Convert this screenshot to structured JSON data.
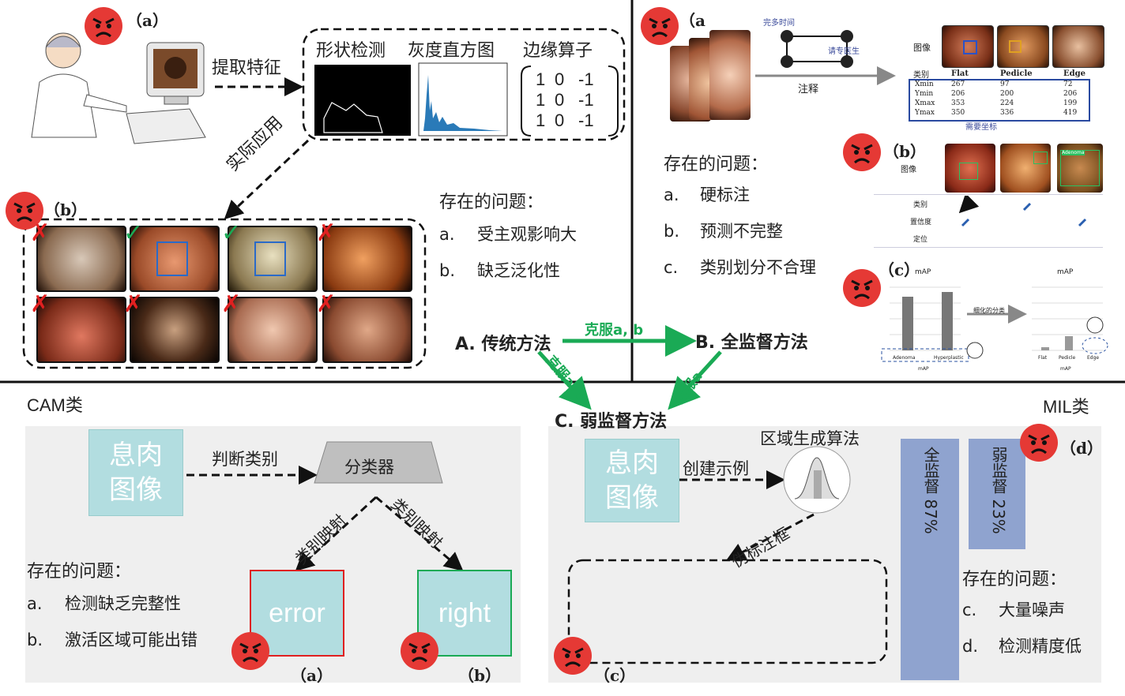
{
  "sectionA": {
    "label": "（a）",
    "extract_label": "提取特征",
    "features": [
      "形状检测",
      "灰度直方图",
      "边缘算子"
    ],
    "matrix": [
      [
        "1",
        "0",
        "-1"
      ],
      [
        "1",
        "0",
        "-1"
      ],
      [
        "1",
        "0",
        "-1"
      ]
    ],
    "apply_label": "实际应用",
    "b_label": "（b）",
    "results": [
      "wrong",
      "right",
      "right",
      "wrong",
      "wrong",
      "wrong",
      "wrong",
      "wrong"
    ],
    "problems_title": "存在的问题：",
    "problems": [
      {
        "k": "a.",
        "t": "受主观影响大"
      },
      {
        "k": "b.",
        "t": "缺乏泛化性"
      }
    ]
  },
  "sectionB": {
    "a_label": "（a",
    "doctor_top": "完多时间",
    "doctor_right": "请专医生",
    "annotate": "注释",
    "table": {
      "head": "图像",
      "cols": [
        "Flat",
        "Pedicle",
        "Edge"
      ],
      "class_label": "类别",
      "rows": [
        {
          "k": "Xmin",
          "v": [
            "267",
            "97",
            "72"
          ]
        },
        {
          "k": "Ymin",
          "v": [
            "206",
            "200",
            "206"
          ]
        },
        {
          "k": "Xmax",
          "v": [
            "353",
            "224",
            "199"
          ]
        },
        {
          "k": "Ymax",
          "v": [
            "350",
            "336",
            "419"
          ]
        }
      ],
      "foot": "需要坐标"
    },
    "b_label": "（b）",
    "b_table": {
      "head": "图像",
      "rows": [
        "类别",
        "置信度",
        "定位"
      ],
      "box_tag": "Adenoma"
    },
    "c_label": "（c）",
    "map_title": "mAP",
    "map_arrow": "细化的分类",
    "left_cats": [
      "Adenoma",
      "Hyperplastic"
    ],
    "right_cats": [
      "Flat",
      "Pedicle",
      "Edge"
    ],
    "legend": "mAP",
    "problems_title": "存在的问题：",
    "problems": [
      {
        "k": "a.",
        "t": "硬标注"
      },
      {
        "k": "b.",
        "t": "预测不完整"
      },
      {
        "k": "c.",
        "t": "类别划分不合理"
      }
    ]
  },
  "center": {
    "A": "A. 传统方法",
    "B": "B. 全监督方法",
    "C": "C. 弱监督方法",
    "overcome_ab": "克服a, b",
    "overcome_ab2": "克服a, b",
    "overcome_a": "克服a"
  },
  "cam": {
    "title": "CAM类",
    "polyp": [
      "息肉",
      "图像"
    ],
    "judge": "判断类别",
    "classifier": "分类器",
    "map_left": "类别映射",
    "map_right": "类别映射",
    "error": "error",
    "right": "right",
    "problems_title": "存在的问题：",
    "problems": [
      {
        "k": "a.",
        "t": "检测缺乏完整性"
      },
      {
        "k": "b.",
        "t": "激活区域可能出错"
      }
    ],
    "a_label": "（a）",
    "b_label": "（b）"
  },
  "mil": {
    "title": "MIL类",
    "polyp": [
      "息肉",
      "图像"
    ],
    "region": "区域生成算法",
    "create": "创建示例",
    "pseudo": "伪标注框",
    "full": "全监督 87%",
    "weak": "弱监督 23%",
    "full_value": 87,
    "weak_value": 23,
    "d_label": "（d）",
    "c_label": "（c）",
    "problems_title": "存在的问题：",
    "problems": [
      {
        "k": "c.",
        "t": "大量噪声"
      },
      {
        "k": "d.",
        "t": "检测精度低"
      }
    ]
  },
  "colors": {
    "green": "#1aaa55",
    "teal": "#b2dde0",
    "bar": "#8fa3cf",
    "red": "#e02020",
    "gray": "#efefef"
  }
}
